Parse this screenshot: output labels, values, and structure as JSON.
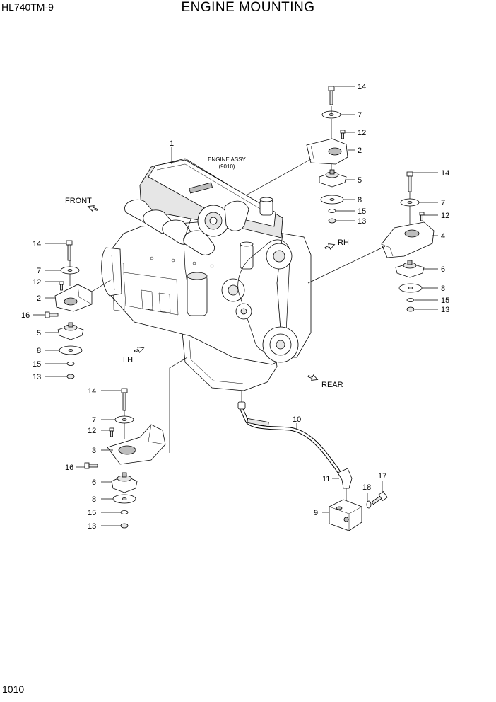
{
  "header": {
    "model": "HL740TM-9",
    "title": "ENGINE MOUNTING"
  },
  "footer": {
    "page_number": "1010"
  },
  "engine_label": {
    "line1": "ENGINE ASSY",
    "line2": "(9010)"
  },
  "directions": {
    "front": "FRONT",
    "rh": "RH",
    "lh": "LH",
    "rear": "REAR"
  },
  "callouts": {
    "n1": "1",
    "rt14": "14",
    "rt7": "7",
    "rt12": "12",
    "rt2": "2",
    "rt5": "5",
    "rt8": "8",
    "rt15": "15",
    "rt13": "13",
    "rr14": "14",
    "rr7": "7",
    "rr12": "12",
    "rr4": "4",
    "rr6": "6",
    "rr8": "8",
    "rr15": "15",
    "rr13": "13",
    "lu14": "14",
    "lu7": "7",
    "lu12": "12",
    "lu2": "2",
    "lu16": "16",
    "lu5": "5",
    "lu8": "8",
    "lu15": "15",
    "lu13": "13",
    "ll14": "14",
    "ll7": "7",
    "ll12": "12",
    "ll3": "3",
    "ll16": "16",
    "ll6": "6",
    "ll8": "8",
    "ll15": "15",
    "ll13": "13",
    "n10": "10",
    "n11": "11",
    "n9": "9",
    "n18": "18",
    "n17": "17"
  }
}
